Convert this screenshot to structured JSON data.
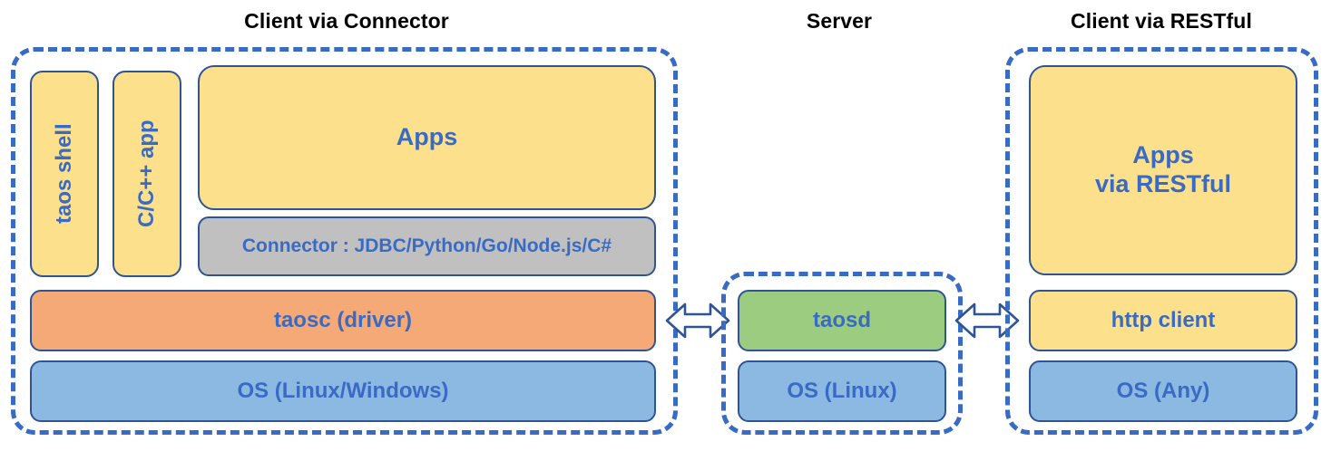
{
  "diagram": {
    "sections": [
      {
        "id": "client-connector",
        "title": "Client via Connector"
      },
      {
        "id": "server",
        "title": "Server"
      },
      {
        "id": "client-restful",
        "title": "Client via RESTful"
      }
    ],
    "client_connector": {
      "taos_shell": "taos shell",
      "c_cpp_app": "C/C++ app",
      "apps": "Apps",
      "connector": "Connector : JDBC/Python/Go/Node.js/C#",
      "taosc": "taosc (driver)",
      "os": "OS (Linux/Windows)"
    },
    "server": {
      "taosd": "taosd",
      "os": "OS (Linux)"
    },
    "client_restful": {
      "apps": "Apps\nvia RESTful",
      "http_client": "http client",
      "os": "OS (Any)"
    },
    "connectors": {
      "left_arrow": "bidirectional-arrow",
      "right_arrow": "bidirectional-arrow"
    },
    "colors": {
      "accent_blue": "#3A6BC4",
      "border_navy": "#2F5496",
      "yellow": "#FCE08C",
      "orange": "#F4A977",
      "blue": "#8CB9E2",
      "green": "#9CCC7F",
      "gray": "#C0C0C0",
      "title_black": "#000000"
    }
  }
}
